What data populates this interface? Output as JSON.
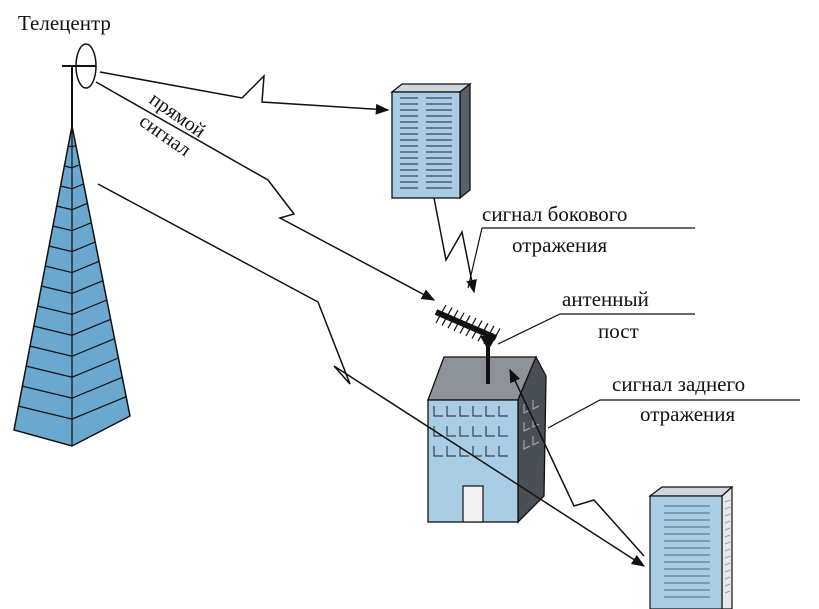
{
  "labels": {
    "telecenter": "Телецентр",
    "direct_line1": "прямой",
    "direct_line2": "сигнал",
    "side_line1": "сигнал бокового",
    "side_line2": "отражения",
    "antenna_line1": "антенный",
    "antenna_line2": "пост",
    "back_line1": "сигнал заднего",
    "back_line2": "отражения"
  },
  "colors": {
    "tower_fill": "#6aa8cf",
    "building_fill": "#a9cde4",
    "building_side": "#4a4f55",
    "roof": "#8e9399",
    "stroke": "#111111"
  }
}
